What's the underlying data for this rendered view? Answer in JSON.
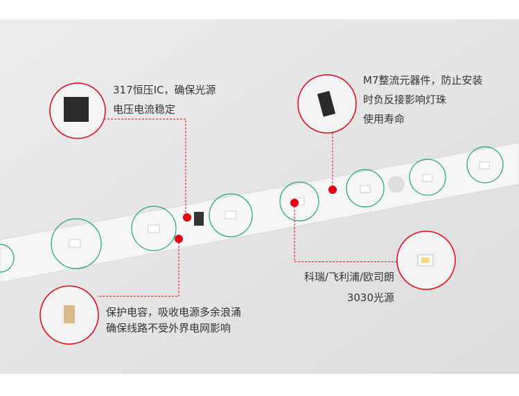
{
  "callouts": [
    {
      "lines": [
        "317恒压IC，确保光源",
        "电压电流稳定"
      ]
    },
    {
      "lines": [
        "M7整流元器件，防止安装",
        "时负反接影响灯珠",
        "使用寿命"
      ]
    },
    {
      "lines": [
        "科瑞/飞利浦/欧司朗",
        "3030光源"
      ]
    },
    {
      "lines": [
        "保护电容，吸收电源多余浪涌",
        "确保线路不受外界电网影响"
      ]
    }
  ],
  "colors": {
    "accent": "#e60012",
    "background": "#e8e8e8",
    "strip": "#f7f7f7",
    "pcb_line": "#1aa37a"
  }
}
